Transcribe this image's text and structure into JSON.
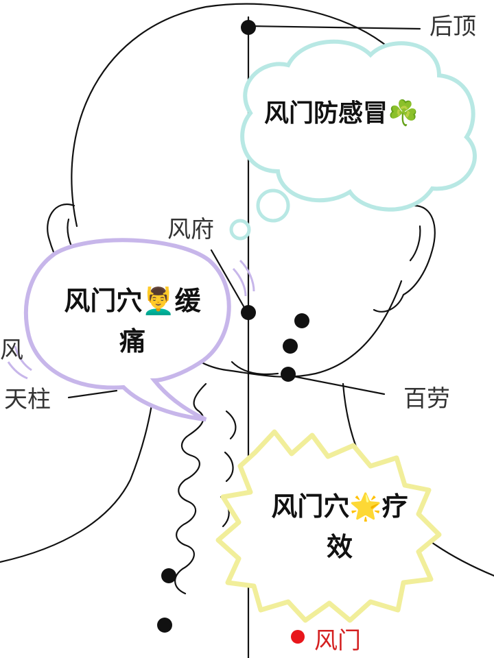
{
  "labels": {
    "houding": "后顶",
    "fengfu": "风府",
    "feng_partial": "风",
    "tianzhu": "天柱",
    "bailao": "百劳",
    "legend": "风门"
  },
  "bubbles": {
    "cold": {
      "text": "风门防感冒",
      "emoji": "☘️"
    },
    "pain": {
      "text_a": "风门穴",
      "emoji": "💆‍♂️",
      "text_b": "缓",
      "text_c": "痛"
    },
    "effect": {
      "text_a": "风门穴",
      "emoji": "🌟",
      "text_b": "疗",
      "text_c": "效"
    }
  },
  "colors": {
    "line": "#111111",
    "cloud_border": "#b8e8e4",
    "speech_border": "#c7b6ea",
    "burst_border": "#f1ee9a",
    "legend_dot": "#e8161b",
    "legend_text": "#d42020"
  }
}
